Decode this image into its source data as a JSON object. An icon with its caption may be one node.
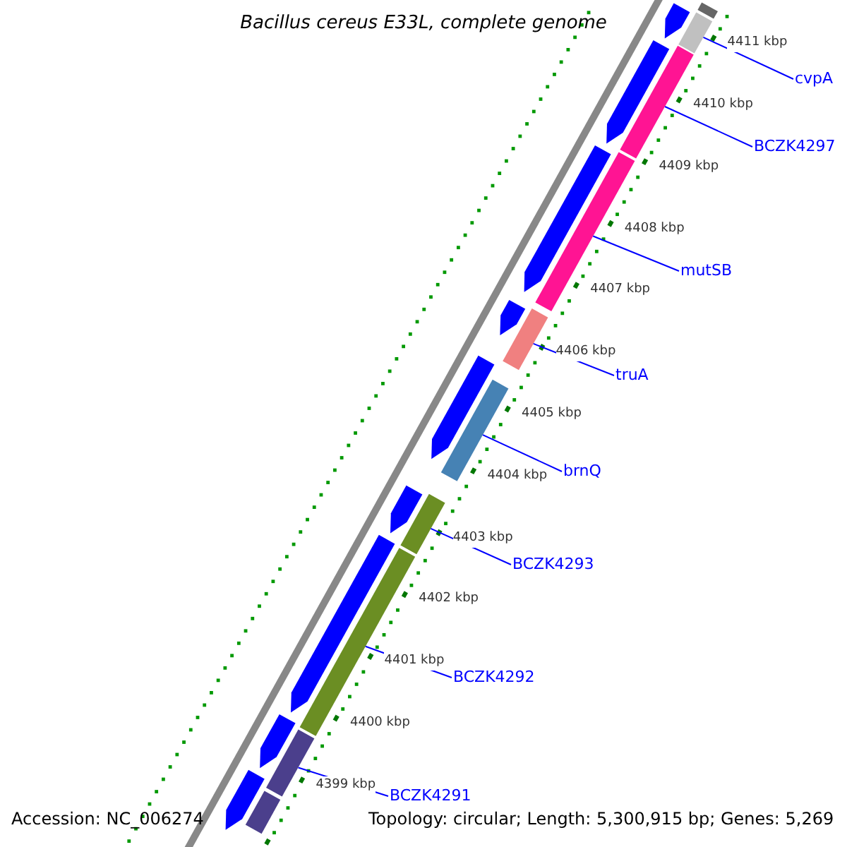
{
  "diagram": {
    "title": "Bacillus cereus E33L, complete genome",
    "nodes": [
      {
        "text": [
          "cvpA"
        ]
      },
      {
        "text": [
          "BCZK4297"
        ]
      },
      {
        "text": [
          "mutSB"
        ]
      },
      {
        "text": [
          "truA"
        ]
      },
      {
        "text": [
          "brnQ"
        ]
      },
      {
        "text": [
          "BCZK4293"
        ]
      },
      {
        "text": [
          "BCZK4292"
        ]
      },
      {
        "text": [
          "BCZK4291"
        ]
      },
      {
        "text": [],
        "shape": "bar"
      },
      {
        "text": [],
        "shape": "bar"
      },
      {
        "text": [],
        "shape": "bar"
      },
      {
        "text": [],
        "shape": "bar"
      },
      {
        "text": [],
        "shape": "bar"
      },
      {
        "text": [],
        "shape": "bar"
      },
      {
        "text": [],
        "shape": "bar"
      },
      {
        "text": [],
        "shape": "bar"
      },
      {
        "text": [],
        "shape": "bar"
      },
      {
        "text": [],
        "shape": "bar"
      },
      {
        "text": [],
        "shape": "pentagon"
      },
      {
        "text": [],
        "shape": "pentagon"
      },
      {
        "text": [],
        "shape": "pentagon"
      },
      {
        "text": [],
        "shape": "pentagon"
      },
      {
        "text": [],
        "shape": "pentagon"
      },
      {
        "text": [],
        "shape": "pentagon"
      },
      {
        "text": [],
        "shape": "pentagon"
      },
      {
        "text": [],
        "shape": "pentagon"
      },
      {
        "text": [],
        "shape": "pentagon"
      }
    ],
    "edges": [
      {
        "from": 0,
        "to": 8,
        "arrow": "none"
      },
      {
        "from": 1,
        "to": 9,
        "arrow": "none"
      },
      {
        "from": 2,
        "to": 10,
        "arrow": "none"
      },
      {
        "from": 3,
        "to": 11,
        "arrow": "none"
      },
      {
        "from": 4,
        "to": 12,
        "arrow": "none"
      },
      {
        "from": 5,
        "to": 13,
        "arrow": "none"
      },
      {
        "from": 6,
        "to": 14,
        "arrow": "none"
      },
      {
        "from": 7,
        "to": 15,
        "arrow": "none"
      }
    ],
    "labels": [
      "4411 kbp",
      "4410 kbp",
      "4409 kbp",
      "4408 kbp",
      "4407 kbp",
      "4406 kbp",
      "4405 kbp",
      "4404 kbp",
      "4403 kbp",
      "4402 kbp",
      "4401 kbp",
      "4400 kbp",
      "4399 kbp",
      "Accession: NC_006274",
      "Topology: circular; Length: 5,300,915 bp; Genes: 5,269"
    ]
  }
}
